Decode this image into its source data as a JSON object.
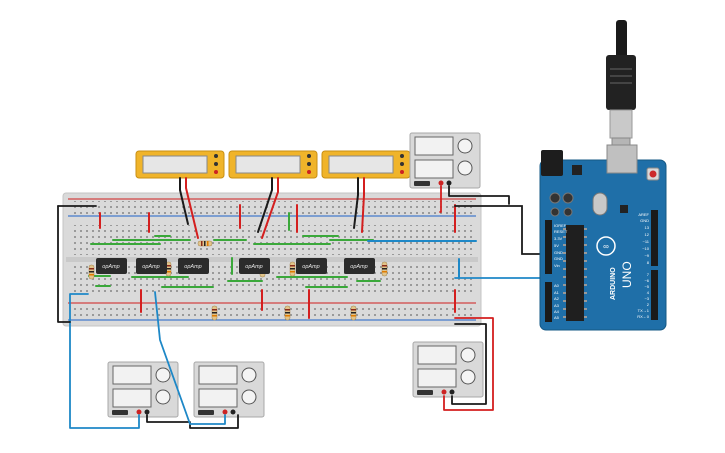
{
  "colors": {
    "breadboard": "#dadada",
    "breadboard_edge": "#c8c8c8",
    "rail_red": "#d01e1e",
    "rail_blue": "#1f63c8",
    "wire_black": "#1a1a1a",
    "wire_red": "#d41f1f",
    "wire_green": "#3aa83a",
    "wire_blue": "#1e88c7",
    "arduino_blue": "#1f6fa8",
    "multimeter_orange": "#f0b42a",
    "supply_gray": "#d9d9d9"
  },
  "opamps": [
    {
      "label": "opAmp"
    },
    {
      "label": "opAmp"
    },
    {
      "label": "opAmp"
    },
    {
      "label": "opAmp"
    },
    {
      "label": "opAmp"
    },
    {
      "label": "opAmp"
    }
  ],
  "arduino": {
    "brand": "ARDUINO",
    "model": "UNO",
    "power_pins": [
      "IOREF",
      "RESET",
      "3.3V",
      "5V",
      "GND",
      "GND",
      "Vin"
    ],
    "analog_pins": [
      "A0",
      "A1",
      "A2",
      "A3",
      "A4",
      "A5"
    ],
    "digital_pins": [
      "AREF",
      "GND",
      "13",
      "12",
      "~11",
      "~10",
      "~9",
      "8",
      "7",
      "~6",
      "~5",
      "4",
      "~3",
      "2",
      "TX→1",
      "RX←0"
    ]
  },
  "multimeters": [
    {
      "id": "mm1"
    },
    {
      "id": "mm2"
    },
    {
      "id": "mm3"
    }
  ],
  "power_supplies": [
    {
      "id": "ps-top"
    },
    {
      "id": "ps-bottom-left-1"
    },
    {
      "id": "ps-bottom-left-2"
    },
    {
      "id": "ps-bottom-right"
    }
  ],
  "icons": [
    "usb-cable-icon",
    "breadboard-icon",
    "opamp-chip-icon",
    "resistor-icon",
    "multimeter-icon",
    "power-supply-icon",
    "arduino-board-icon"
  ]
}
